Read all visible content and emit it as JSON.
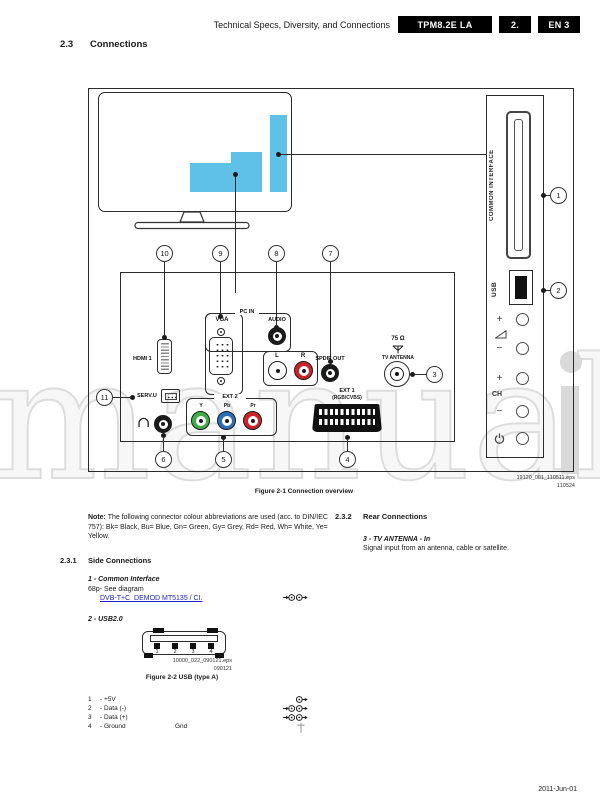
{
  "header": {
    "title": "Technical Specs, Diversity, and Connections",
    "badge_model": "TPM8.2E LA",
    "badge_page": "2.",
    "badge_lang": "EN 3"
  },
  "section": {
    "number": "2.3",
    "title": "Connections"
  },
  "watermark": "manual",
  "figure1": {
    "caption": "Figure 2-1 Connection overview",
    "eps_file": "19120_001_110511.eps",
    "eps_date": "110524",
    "callouts": [
      "1",
      "2",
      "3",
      "4",
      "5",
      "6",
      "7",
      "8",
      "9",
      "10",
      "11"
    ],
    "side_panel": {
      "common_interface": "COMMON INTERFACE",
      "usb": "USB",
      "vol_plus": "+",
      "vol_minus": "−",
      "ch_plus": "+",
      "ch": "CH",
      "ch_minus": "−"
    },
    "rear_panel": {
      "hdmi": "HDMI 1",
      "pc_in": "PC IN",
      "vga": "VGA",
      "audio": "AUDIO",
      "l": "L",
      "r": "R",
      "spdif": "SPDIF OUT",
      "ohm": "75 Ω",
      "tv_antenna": "TV ANTENNA",
      "serv": "SERV.U",
      "ext2": "EXT 2",
      "y": "Y",
      "pb": "Pb",
      "pr": "Pr",
      "ext1": "EXT 1",
      "ext1_sub": "(RGB/CVBS)"
    }
  },
  "note": {
    "label": "Note:",
    "text": " The following connector colour abbreviations are used (acc. to DIN/IEC 757): Bk= Black, Bu= Blue, Gn= Green, Gy= Grey, Rd= Red, Wh= White, Ye= Yellow."
  },
  "side_section": {
    "number": "2.3.1",
    "title": "Side Connections",
    "item1_title": "1 - Common Interface",
    "item1_text": "68p- See diagram",
    "item1_link": "DVB-T+C_DEMOD MT5135 / CI.",
    "item2_title": "2 - USB2.0"
  },
  "figure2": {
    "caption": "Figure 2-2  USB (type A)",
    "eps_file": "10000_022_090121.eps",
    "eps_date": "090121",
    "pins": [
      "1",
      "2",
      "3",
      "4"
    ]
  },
  "pin_table": {
    "rows": [
      {
        "num": "1",
        "label": "- +5V",
        "extra": "",
        "sym": "out"
      },
      {
        "num": "2",
        "label": "- Data (-)",
        "extra": "",
        "sym": "inout"
      },
      {
        "num": "3",
        "label": "- Data (+)",
        "extra": "",
        "sym": "inout"
      },
      {
        "num": "4",
        "label": "- Ground",
        "extra": "Gnd",
        "sym": "gnd"
      }
    ]
  },
  "rear_section": {
    "number": "2.3.2",
    "title": "Rear Connections",
    "item_title": "3 - TV ANTENNA - In",
    "item_desc": "Signal input from an antenna, cable or satellite."
  },
  "footer": {
    "date": "2011-Jun-01"
  },
  "colors": {
    "highlight": "#5fc0e8",
    "link": "#2222cc",
    "jack_green": "#3fae49",
    "jack_blue": "#2a6db8",
    "jack_red": "#cc2229"
  }
}
